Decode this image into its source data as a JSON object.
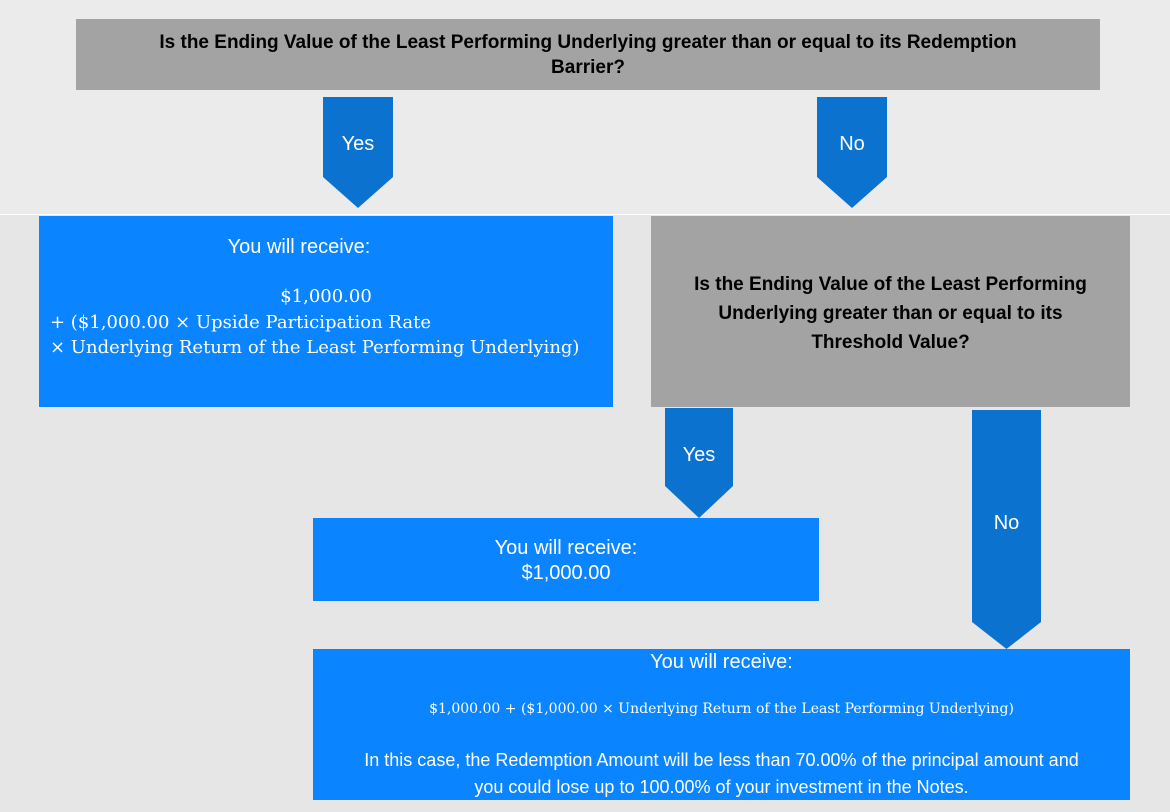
{
  "question1": "Is the Ending Value of the Least Performing Underlying greater than or equal to its Redemption Barrier?",
  "question1_line1": "Is the Ending Value of the Least Performing Underlying greater than or equal to its Redemption",
  "question1_line2": "Barrier?",
  "arrow_yes_1": "Yes",
  "arrow_no_1": "No",
  "box_a": {
    "heading": "You will receive:",
    "line1": "$1,000.00",
    "line2": "+ ($1,000.00 × Upside Participation Rate",
    "line3": "× Underlying Return of the Least Performing Underlying)"
  },
  "question2": {
    "line1": "Is the Ending Value of the Least Performing",
    "line2": "Underlying greater than or equal to its",
    "line3": "Threshold Value?"
  },
  "arrow_yes_2": "Yes",
  "arrow_no_2": "No",
  "box_b": {
    "heading": "You will receive:",
    "amount": "$1,000.00"
  },
  "box_c": {
    "heading": "You will receive:",
    "formula": "$1,000.00 + ($1,000.00 × Underlying Return of the Least Performing Underlying)",
    "note_line1": "In this case, the Redemption Amount will be less than 70.00% of the principal amount and",
    "note_line2": "you could lose up to 100.00% of your investment in the Notes."
  },
  "colors": {
    "grey_box": "#a3a3a3",
    "blue_box": "#0a84ff",
    "arrow": "#0b72d0",
    "background": "#e6e6e6"
  }
}
